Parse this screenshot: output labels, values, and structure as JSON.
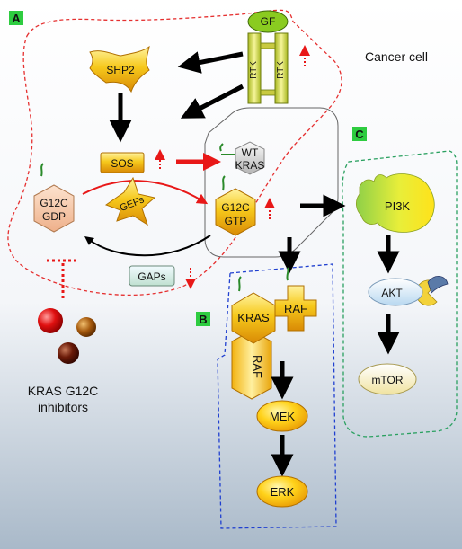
{
  "panels": {
    "a": "A",
    "b": "B",
    "c": "C"
  },
  "cell_label": "Cancer cell",
  "nodes": {
    "gf": "GF",
    "rtk_left": "RTK",
    "rtk_right": "RTK",
    "shp2": "SHP2",
    "sos": "SOS",
    "wt_kras_line1": "WT",
    "wt_kras_line2": "KRAS",
    "gefs": "GEFs",
    "g12c_gdp_line1": "G12C",
    "g12c_gdp_line2": "GDP",
    "g12c_gtp_line1": "G12C",
    "g12c_gtp_line2": "GTP",
    "gaps": "GAPs",
    "pi3k": "PI3K",
    "akt": "AKT",
    "mtor": "mTOR",
    "kras": "KRAS",
    "raf_right": "RAF",
    "raf_left": "RAF",
    "mek": "MEK",
    "erk": "ERK"
  },
  "inhibitors": {
    "line1": "KRAS G12C",
    "line2": "inhibitors"
  },
  "colors": {
    "panel_label_bg": "#2ecc40",
    "cell_boundary": "#e53030",
    "ras_pathway_box": "#2040d0",
    "pi3k_pathway_box": "#2aa060",
    "activation_arrow": "#e81818",
    "arrows": "#000000"
  }
}
